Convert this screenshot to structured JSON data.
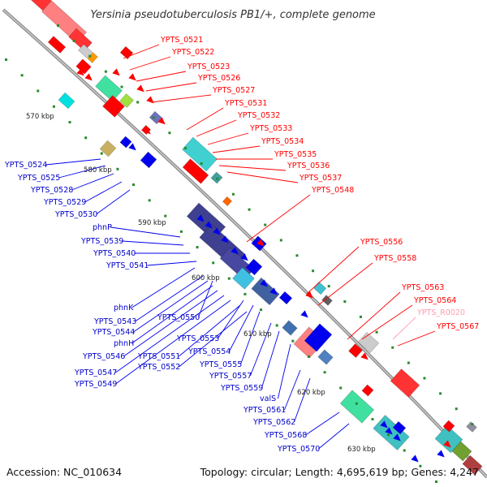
{
  "title": "Yersinia pseudotuberculosis PB1/+, complete genome",
  "accession": "Accession: NC_010634",
  "summary": "Topology: circular; Length: 4,695,619 bp; Genes: 4,247",
  "colors": {
    "backbone": "#9a9a9a",
    "forward_cds": "#ff0000",
    "reverse_cds": "#0000ee",
    "pseudo": "#ff9bb0",
    "dots": "#2a8a2a"
  },
  "kbp_ticks": [
    "570 kbp",
    "580 kbp",
    "590 kbp",
    "600 kbp",
    "610 kbp",
    "620 kbp",
    "630 kbp"
  ],
  "red_labels": [
    "YPTS_0521",
    "YPTS_0522",
    "YPTS_0523",
    "YPTS_0526",
    "YPTS_0527",
    "YPTS_0531",
    "YPTS_0532",
    "YPTS_0533",
    "YPTS_0534",
    "YPTS_0535",
    "YPTS_0536",
    "YPTS_0537",
    "YPTS_0548",
    "YPTS_0556",
    "YPTS_0558",
    "YPTS_0563",
    "YPTS_0564",
    "YPTS_R0020",
    "YPTS_0567"
  ],
  "blue_labels": [
    "YPTS_0524",
    "YPTS_0525",
    "YPTS_0528",
    "YPTS_0529",
    "YPTS_0530",
    "phnP",
    "YPTS_0539",
    "YPTS_0540",
    "YPTS_0541",
    "phnK",
    "YPTS_0543",
    "YPTS_0544",
    "phnH",
    "YPTS_0546",
    "YPTS_0547",
    "YPTS_0549",
    "YPTS_0550",
    "YPTS_0551",
    "YPTS_0552",
    "YPTS_0553",
    "YPTS_0554",
    "YPTS_0555",
    "YPTS_0557",
    "YPTS_0559",
    "valS",
    "YPTS_0561",
    "YPTS_0562",
    "YPTS_0568",
    "YPTS_0570"
  ]
}
